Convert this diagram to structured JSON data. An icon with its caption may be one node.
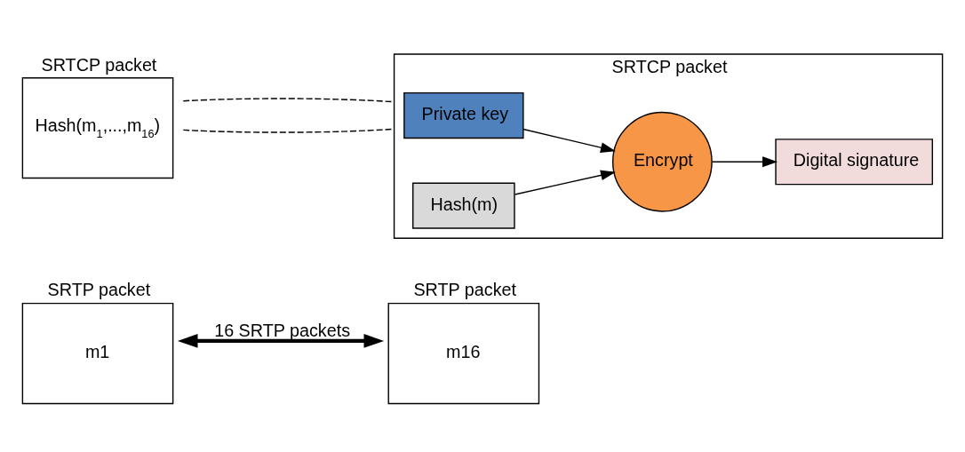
{
  "diagram": {
    "nodes": [
      {
        "text": [
          "SRTP packet",
          "m1"
        ]
      },
      {
        "text": [
          "SRTP packet",
          "m16"
        ]
      },
      {
        "text": [
          "SRTCP packet",
          "Hash(m$_{1}$,...,m$_{16}$)"
        ]
      },
      {
        "text": [
          "SRTCP packet"
        ]
      },
      {
        "text": [
          "Private key"
        ],
        "in": 3
      },
      {
        "text": [
          "Hash(m)"
        ],
        "in": 3
      },
      {
        "text": [
          "Encrypt"
        ],
        "in": 3
      },
      {
        "text": [
          "Digital signature"
        ],
        "in": 3
      }
    ],
    "edges": [
      {
        "from": 0,
        "to": 1,
        "arrow": "both",
        "label": "16 SRTP packets",
        "style": "thick"
      },
      {
        "from": 2,
        "to": 3,
        "arrow": "none",
        "style": "dashed"
      },
      {
        "from": 2,
        "to": 3,
        "arrow": "none",
        "style": "dashed"
      },
      {
        "from": 4,
        "to": 6,
        "arrow": "to"
      },
      {
        "from": 5,
        "to": 6,
        "arrow": "to"
      },
      {
        "from": 6,
        "to": 7,
        "arrow": "to"
      }
    ]
  }
}
